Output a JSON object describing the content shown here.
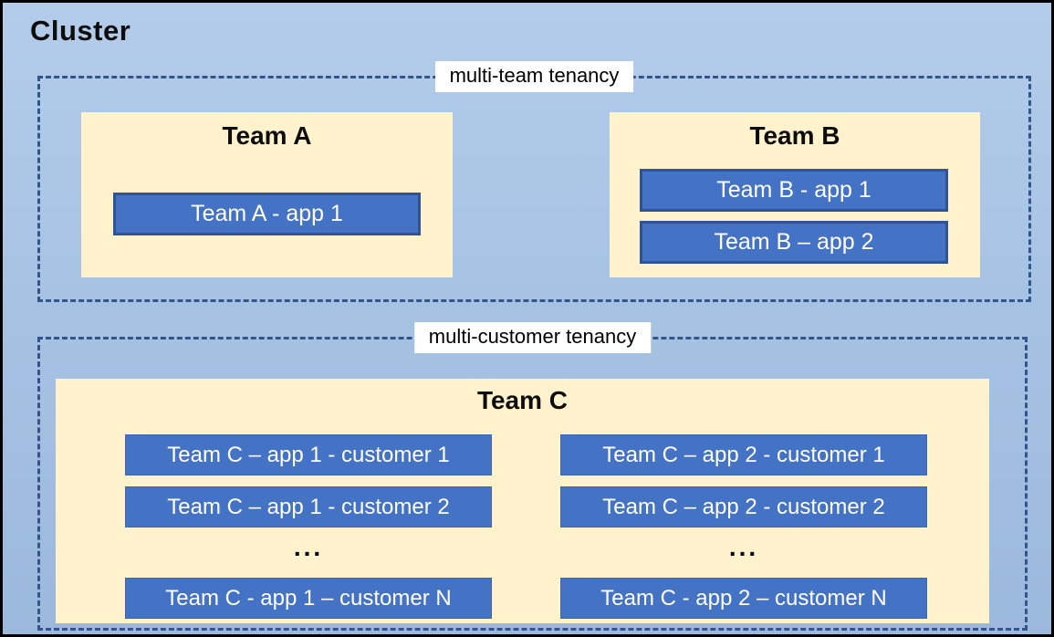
{
  "cluster_title": "Cluster",
  "multi_team": {
    "label": "multi-team tenancy",
    "team_a": {
      "title": "Team A",
      "apps": [
        "Team A - app 1"
      ]
    },
    "team_b": {
      "title": "Team B",
      "apps": [
        "Team B - app 1",
        "Team B – app 2"
      ]
    }
  },
  "multi_customer": {
    "label": "multi-customer tenancy",
    "team_c": {
      "title": "Team C",
      "ellipsis": "...",
      "col1": [
        "Team C – app 1 - customer 1",
        "Team C – app 1 - customer 2",
        "Team C - app 1 – customer N"
      ],
      "col2": [
        "Team C – app 2 - customer 1",
        "Team C – app 2 - customer 2",
        "Team C - app 2 – customer N"
      ]
    }
  },
  "colors": {
    "bg_top": "#B3CCEA",
    "bg_bottom": "#9BB9DC",
    "dash": "#34558B",
    "team_fill": "#FFF2CC",
    "app_fill": "#4472C4",
    "app_border": "#2F5496",
    "app_border_subtle": "#3E66AC",
    "label_bg": "#FFFFFF",
    "text_dark": "#0D0D0D",
    "app_text": "#FFFFFF"
  }
}
